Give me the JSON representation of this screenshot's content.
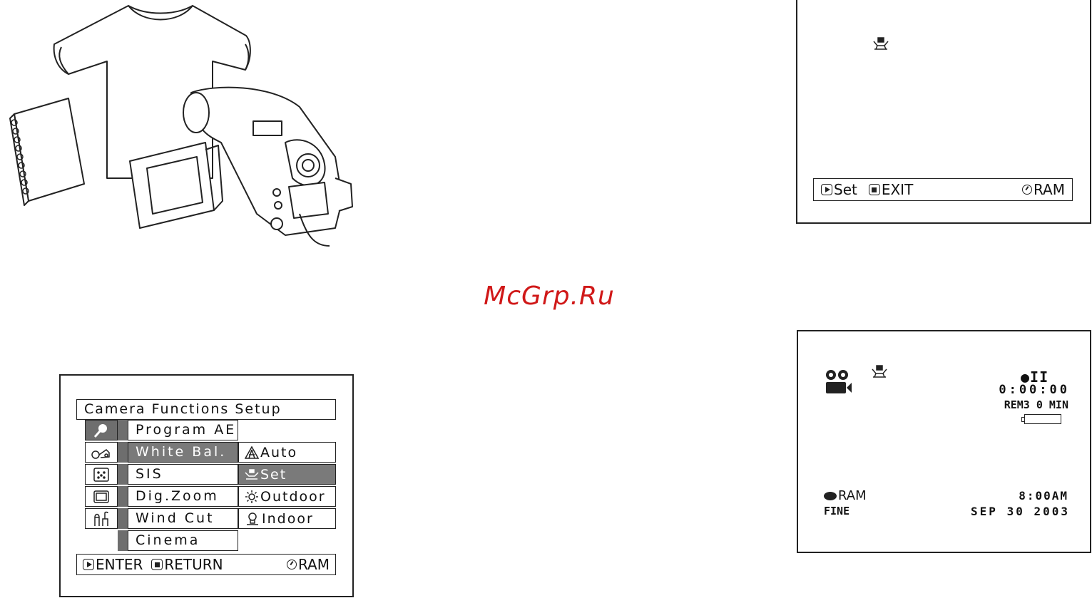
{
  "watermark": "McGrp.Ru",
  "illustration": {
    "items": [
      "t-shirt",
      "spiral-notebook",
      "camcorder"
    ]
  },
  "screen_top": {
    "icon": "white-balance-set-icon",
    "set_label": "Set",
    "exit_label": "EXIT",
    "media_label": "RAM"
  },
  "screen_bottom": {
    "camera_icon": "video-camera-icon",
    "wb_icon": "white-balance-set-icon",
    "rec_pause": "●II",
    "time_counter": "0:00:00",
    "remaining": "REM3 0 MIN",
    "disc_label": "RAM",
    "quality": "FINE",
    "clock": "8:00AM",
    "date": "SEP 30 2003"
  },
  "menu": {
    "title": "Camera Functions Setup",
    "items": [
      {
        "label": "Program AE",
        "icon": "camera-functions-icon"
      },
      {
        "label": "White Bal.",
        "icon": "record-setup-icon"
      },
      {
        "label": "SIS",
        "icon": "disc-navigation-icon"
      },
      {
        "label": "Dig.Zoom",
        "icon": "display-icon"
      },
      {
        "label": "Wind Cut",
        "icon": "initial-setup-icon"
      },
      {
        "label": "Cinema",
        "icon": ""
      }
    ],
    "options": [
      {
        "label": "Auto",
        "icon": "auto-icon"
      },
      {
        "label": "Set",
        "icon": "set-icon"
      },
      {
        "label": "Outdoor",
        "icon": "sun-icon"
      },
      {
        "label": "Indoor",
        "icon": "bulb-icon"
      }
    ],
    "enter_label": "ENTER",
    "return_label": "RETURN",
    "media_label": "RAM"
  }
}
